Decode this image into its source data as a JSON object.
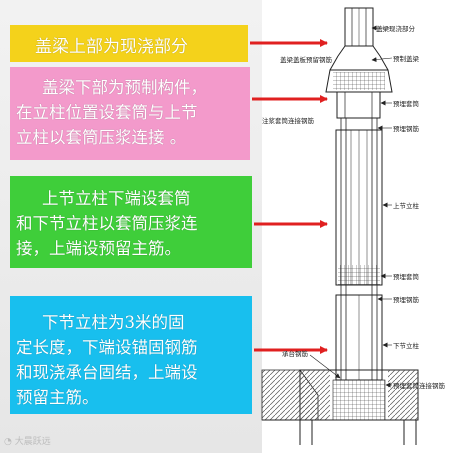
{
  "boxes": {
    "box1": {
      "lines": [
        "盖梁上部为现浇部分"
      ],
      "color": "#f4d21b"
    },
    "box2": {
      "lines": [
        "盖梁下部为预制构件，",
        "在立柱位置设套筒与上节",
        "立柱以套筒压浆连接 。"
      ],
      "color": "#f39acb"
    },
    "box3": {
      "lines": [
        "上节立柱下端设套筒",
        "和下节立柱以套筒压浆连",
        "接，上端设预留主筋。"
      ],
      "color": "#3fce3a"
    },
    "box4": {
      "lines": [
        "下节立柱为3米的固",
        "定长度，下端设锚固钢筋",
        "和现浇承台固结，上端设",
        "预留主筋。"
      ],
      "color": "#18bfee"
    }
  },
  "arrow_color": "#e02020",
  "diagram_labels": {
    "cast_cap": "盖梁现浇部分",
    "precast_cap": "预制盖梁",
    "precast_cap_preset": "盖梁盖板预留钢筋",
    "preset_sleeve": "预埋套筒",
    "sleeve_rebar": "注浆套筒连接钢筋",
    "preset_rebar_1": "预埋钢筋",
    "upper_column": "上节立柱",
    "preset_sleeve_2": "预埋套筒",
    "preset_rebar_2": "预埋钢筋",
    "lower_column": "下节立柱",
    "cap_rebar": "承台钢筋",
    "anchor_rebar": "预埋套筒连接钢筋"
  },
  "watermark": "大晨跃远"
}
